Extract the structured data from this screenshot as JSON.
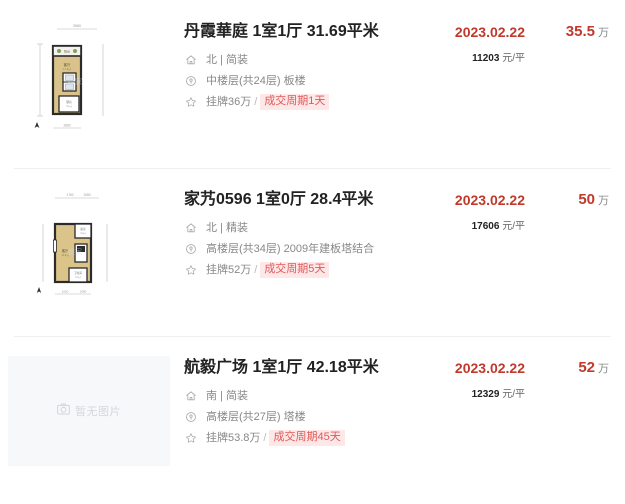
{
  "list": {
    "name": "deal-record-list",
    "empty_image_label": "暂无图片",
    "separator": "/",
    "items": [
      {
        "title": "丹霞華庭 1室1厅 31.69平米",
        "thumb_type": "floorplan",
        "orientation_line": "北 | 简装",
        "floor_line": "中楼层(共24层) 板楼",
        "listing_price": "挂牌36万",
        "cycle_tag": "成交周期1天",
        "deal_date": "2023.02.22",
        "unit_price_value": "11203",
        "unit_price_unit": "元/平",
        "total_price": "35.5",
        "total_unit": "万"
      },
      {
        "title": "家艿0596 1室0厅 28.4平米",
        "thumb_type": "floorplan",
        "orientation_line": "北 | 精装",
        "floor_line": "高楼层(共34层) 2009年建板塔结合",
        "listing_price": "挂牌52万",
        "cycle_tag": "成交周期5天",
        "deal_date": "2023.02.22",
        "unit_price_value": "17606",
        "unit_price_unit": "元/平",
        "total_price": "50",
        "total_unit": "万"
      },
      {
        "title": "航毅广场 1室1厅 42.18平米",
        "thumb_type": "empty",
        "orientation_line": "南 | 简装",
        "floor_line": "高楼层(共27层) 塔楼",
        "listing_price": "挂牌53.8万",
        "cycle_tag": "成交周期45天",
        "deal_date": "2023.02.22",
        "unit_price_value": "12329",
        "unit_price_unit": "元/平",
        "total_price": "52",
        "total_unit": "万"
      }
    ]
  },
  "icons": {
    "house": "house-icon",
    "location": "location-pin-icon",
    "star": "star-icon",
    "camera": "camera-icon"
  },
  "colors": {
    "price_red": "#c0392b",
    "tag_text": "#e05a5a",
    "tag_bg": "#fde7e7",
    "title": "#222222",
    "meta": "#888888"
  }
}
